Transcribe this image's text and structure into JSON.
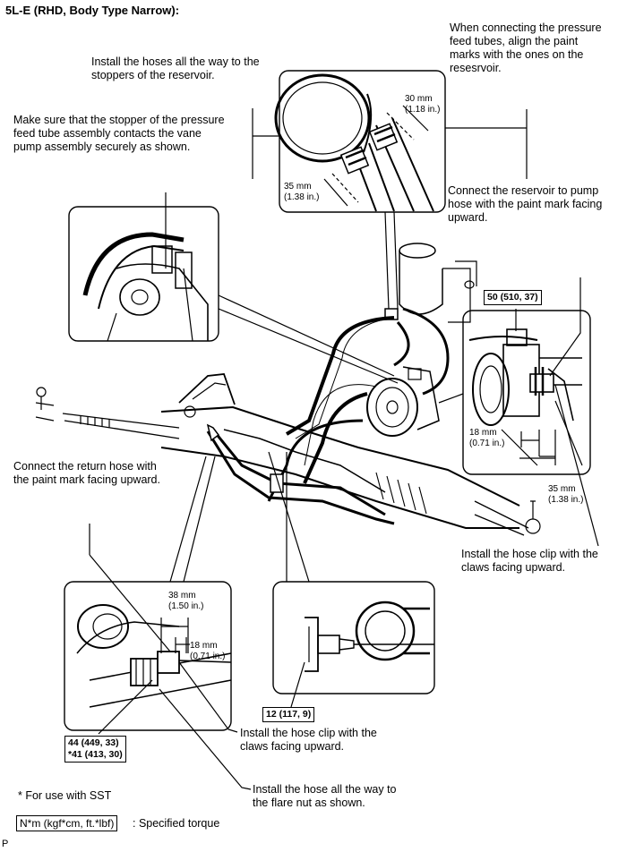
{
  "title": "5L-E (RHD, Body Type Narrow):",
  "notes": {
    "paint_marks": "When connecting the pressure\nfeed tubes, align the paint\nmarks with the ones on the\nresesrvoir.",
    "install_hoses_reservoir": "Install the hoses all the way to the\nstoppers of the reservoir.",
    "stopper_contact": "Make sure that the stopper of the pressure\nfeed tube assembly contacts the vane\npump assembly securely as shown.",
    "connect_reservoir_pump": "Connect the reservoir to pump\nhose with the paint mark facing\nupward.",
    "connect_return_hose": "Connect the return hose with\nthe paint mark facing upward.",
    "hose_clip_right": "Install the hose clip with the\nclaws facing upward.",
    "hose_clip_bottom": "Install the hose clip with the\nclaws facing upward.",
    "install_flare_nut": "Install the hose all the way to\nthe flare nut as shown."
  },
  "dimensions": {
    "top_30": "30 mm\n(1.18 in.)",
    "top_35": "35 mm\n(1.38 in.)",
    "right_18": "18 mm\n(0.71 in.)",
    "right_35": "35 mm\n(1.38 in.)",
    "bottom_38": "38 mm\n(1.50 in.)",
    "bottom_18": "18 mm\n(0.71 in.)"
  },
  "torques": {
    "pump": "50 (510, 37)",
    "clamp": "12 (117, 9)",
    "flare": "44 (449, 33)\n*41 (413, 30)"
  },
  "footer": {
    "sst_note": "* For use with SST",
    "legend_box": "N*m (kgf*cm, ft.*lbf)",
    "legend_text": ": Specified torque",
    "corner_mark": "P"
  }
}
